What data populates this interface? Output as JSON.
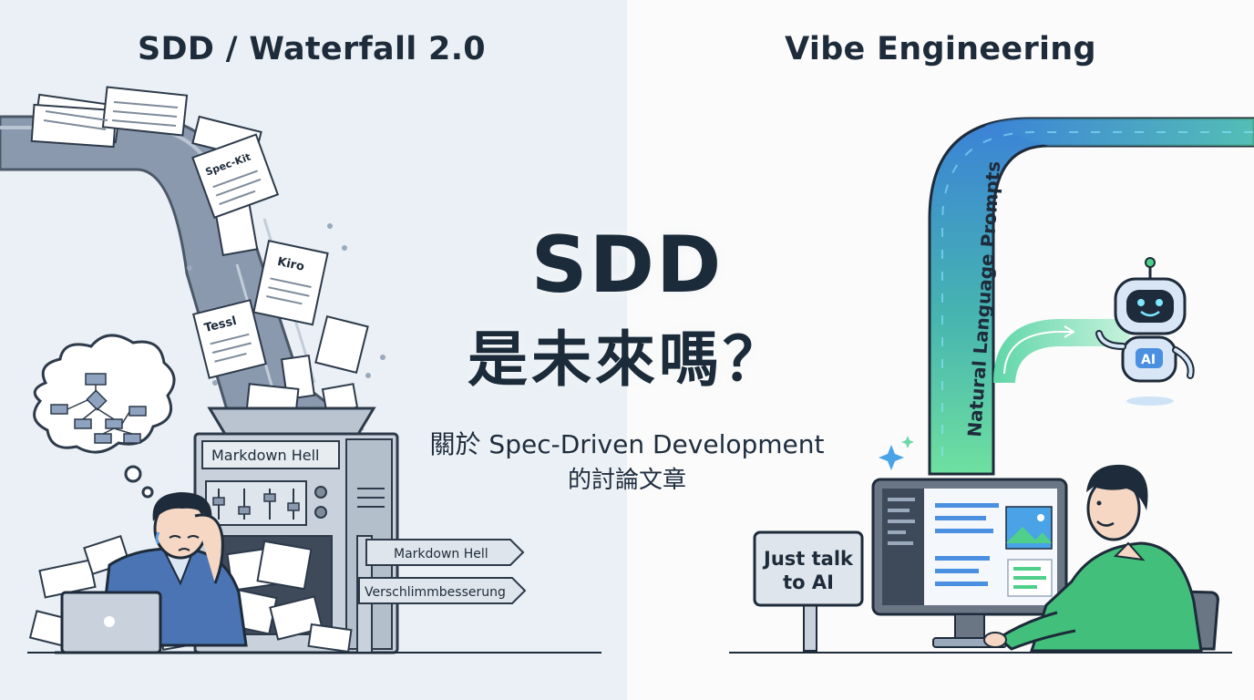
{
  "left_panel": {
    "heading": "SDD / Waterfall 2.0"
  },
  "right_panel": {
    "heading": "Vibe Engineering"
  },
  "center": {
    "title": "SDD",
    "question": "是未來嗎？",
    "subtitle_line1": "關於 Spec-Driven Development",
    "subtitle_line2": "的討論文章"
  },
  "left_illustration": {
    "paper_labels": [
      "Spec-Kit",
      "Kiro",
      "Tessl"
    ],
    "machine_label": "Markdown Hell",
    "signposts": [
      "Markdown Hell",
      "Verschlimmbesserung"
    ]
  },
  "right_illustration": {
    "pipe_label": "Natural Language Prompts",
    "robot_badge": "AI",
    "sign_text": [
      "Just talk",
      "to AI"
    ]
  },
  "colors": {
    "left_bg": "#eaf0f5",
    "right_bg": "#fbfbfb",
    "ink": "#1e2b3a",
    "gray_pipe": "#8a99ad",
    "blue_pipe": "#3b82d8",
    "green_pipe": "#4fd08a",
    "shirt_blue": "#4a74b3",
    "shirt_green": "#42c07b"
  },
  "icons": [
    "thought-bubble-flowchart-icon",
    "robot-icon",
    "sparkle-icon",
    "laptop-icon",
    "monitor-icon"
  ]
}
